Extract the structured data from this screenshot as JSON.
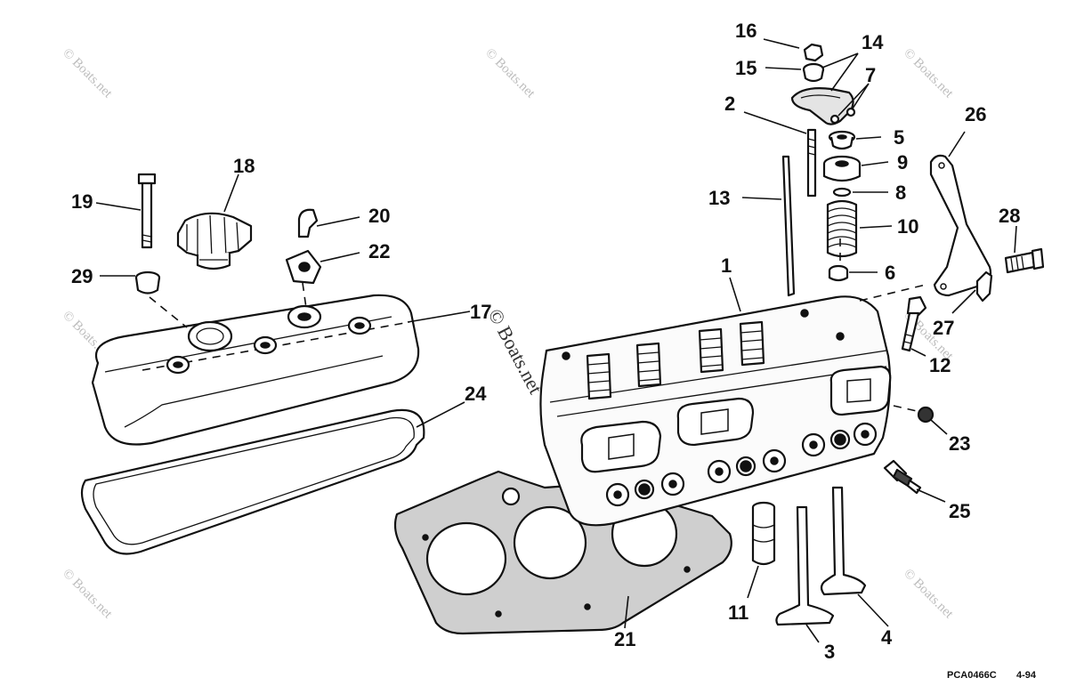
{
  "diagram": {
    "callouts": [
      {
        "id": "1",
        "label": "1"
      },
      {
        "id": "2",
        "label": "2"
      },
      {
        "id": "3",
        "label": "3"
      },
      {
        "id": "4",
        "label": "4"
      },
      {
        "id": "5",
        "label": "5"
      },
      {
        "id": "6",
        "label": "6"
      },
      {
        "id": "7",
        "label": "7"
      },
      {
        "id": "8",
        "label": "8"
      },
      {
        "id": "9",
        "label": "9"
      },
      {
        "id": "10",
        "label": "10"
      },
      {
        "id": "11",
        "label": "11"
      },
      {
        "id": "12",
        "label": "12"
      },
      {
        "id": "13",
        "label": "13"
      },
      {
        "id": "14",
        "label": "14"
      },
      {
        "id": "15",
        "label": "15"
      },
      {
        "id": "16",
        "label": "16"
      },
      {
        "id": "17",
        "label": "17"
      },
      {
        "id": "18",
        "label": "18"
      },
      {
        "id": "19",
        "label": "19"
      },
      {
        "id": "20",
        "label": "20"
      },
      {
        "id": "21",
        "label": "21"
      },
      {
        "id": "22",
        "label": "22"
      },
      {
        "id": "23",
        "label": "23"
      },
      {
        "id": "24",
        "label": "24"
      },
      {
        "id": "25",
        "label": "25"
      },
      {
        "id": "26",
        "label": "26"
      },
      {
        "id": "27",
        "label": "27"
      },
      {
        "id": "28",
        "label": "28"
      },
      {
        "id": "29",
        "label": "29"
      }
    ],
    "reference_code": "PCA0466C",
    "revision": "4-94",
    "watermark_text": "© Boats.net",
    "center_watermark_text": "© Boats.net"
  }
}
